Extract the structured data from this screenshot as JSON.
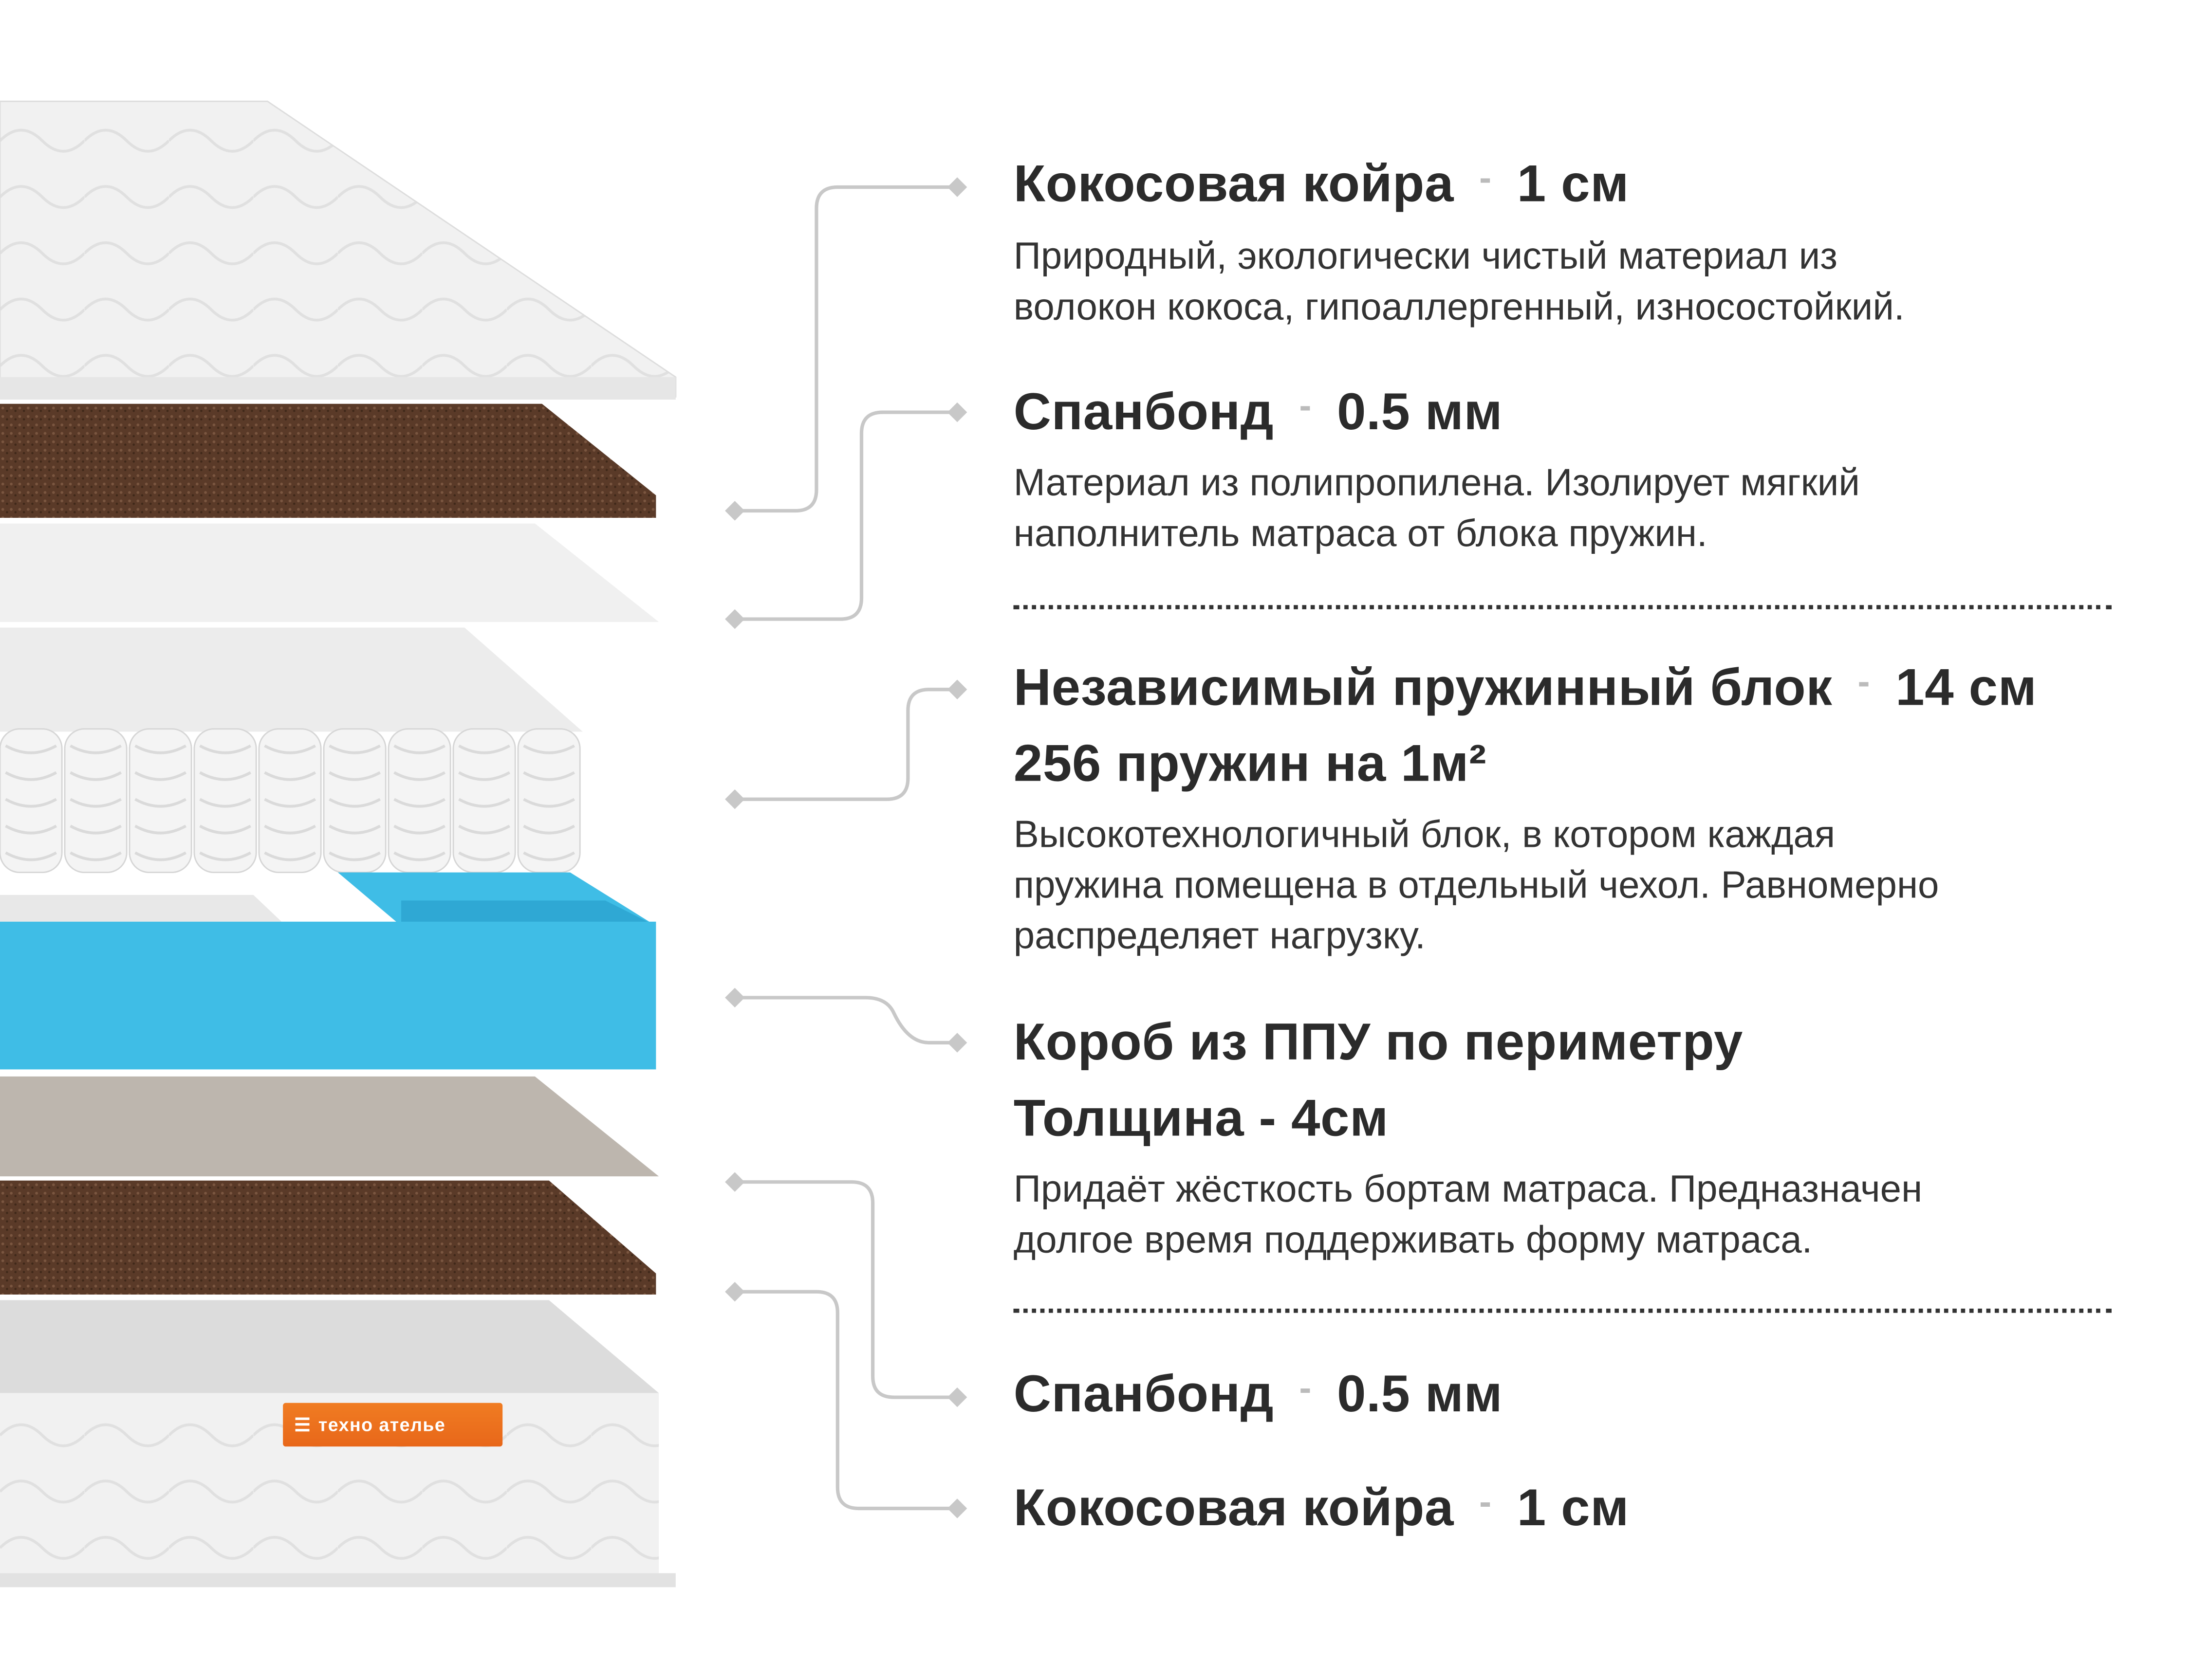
{
  "brand": {
    "logo_text": "техно ателье",
    "color": "#f07c22"
  },
  "layers": [
    {
      "title": "Кокосовая койра",
      "value": "1 см",
      "description": [
        "Природный, экологически чистый материал из",
        "волокон кокоса, гипоаллергенный, износостойкий."
      ]
    },
    {
      "title": "Спанбонд",
      "value": "0.5 мм",
      "description": [
        "Материал из полипропилена. Изолирует мягкий",
        "наполнитель матраса от блока пружин."
      ]
    },
    {
      "title": "Независимый пружинный блок",
      "value": "14 см",
      "subtitle": "256 пружин на 1м²",
      "description": [
        "Высокотехнологичный блок, в котором каждая",
        "пружина помещена в отдельный чехол. Равномерно",
        "распределяет нагрузку."
      ]
    },
    {
      "title": "Короб из ППУ по периметру",
      "subtitle": "Толщина - 4см",
      "description": [
        "Придаёт жёсткость бортам матраса. Предназначен",
        "долгое время поддерживать форму матраса."
      ]
    },
    {
      "title": "Спанбонд",
      "value": "0.5 мм"
    },
    {
      "title": "Кокосовая койра",
      "value": "1 см"
    }
  ],
  "separator": "-",
  "colors": {
    "foam": "#3fbde6",
    "coir": "#5a3a28",
    "text": "#2b2b2b",
    "connector": "#c8c8c8"
  }
}
